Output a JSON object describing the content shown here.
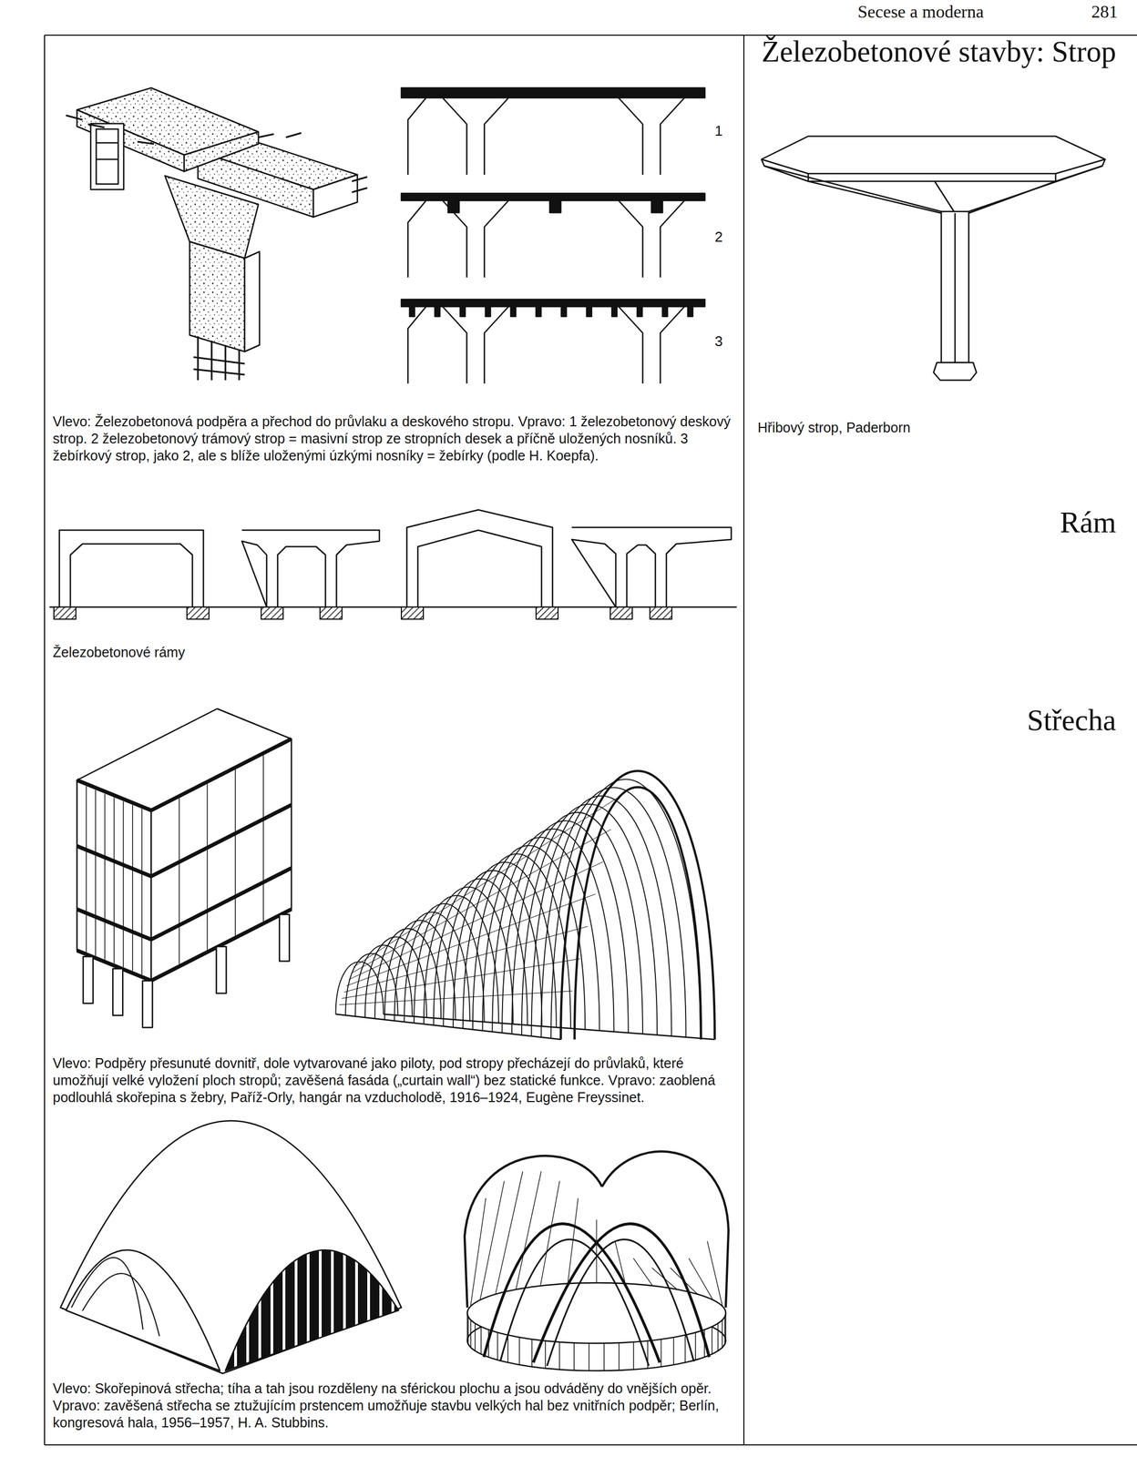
{
  "diagram": {
    "title": "Železobetonové stavby: Strop",
    "labels": [
      "Secese a moderna",
      "281",
      "1",
      "2",
      "3",
      "Vlevo: Železobetonová podpěra a přechod do průvlaku a deskového stropu. Vpravo: 1 železobetonový deskový strop. 2 železobetonový trámový strop = masivní strop ze stropních desek a příčně uložených nosníků. 3 žebírkový strop, jako 2, ale s blíže uloženými úzkými nosníky = žebírky (podle H. Koepfa).",
      "Hřibový strop, Paderborn",
      "Rám",
      "Železobetonové rámy",
      "Střecha",
      "Vlevo: Podpěry přesunuté dovnitř, dole vytvarované jako piloty, pod stropy přecházejí do průvlaků, které umožňují velké vyložení ploch stropů; zavěšená fasáda („curtain wall“) bez statické funkce. Vpravo: zaoblená podlouhlá skořepina s žebry, Paříž-Orly, hangár na vzducholodě, 1916–1924, Eugène Freyssinet.",
      "Vlevo: Skořepinová střecha; tíha a tah jsou rozděleny na sférickou plochu a jsou odváděny do vnějších opěr. Vpravo: zavěšená střecha se ztužujícím prstencem umožňuje stavbu velkých hal bez vnitřních podpěr; Berlín, kongresová hala, 1956–1957, H. A. Stubbins."
    ]
  }
}
